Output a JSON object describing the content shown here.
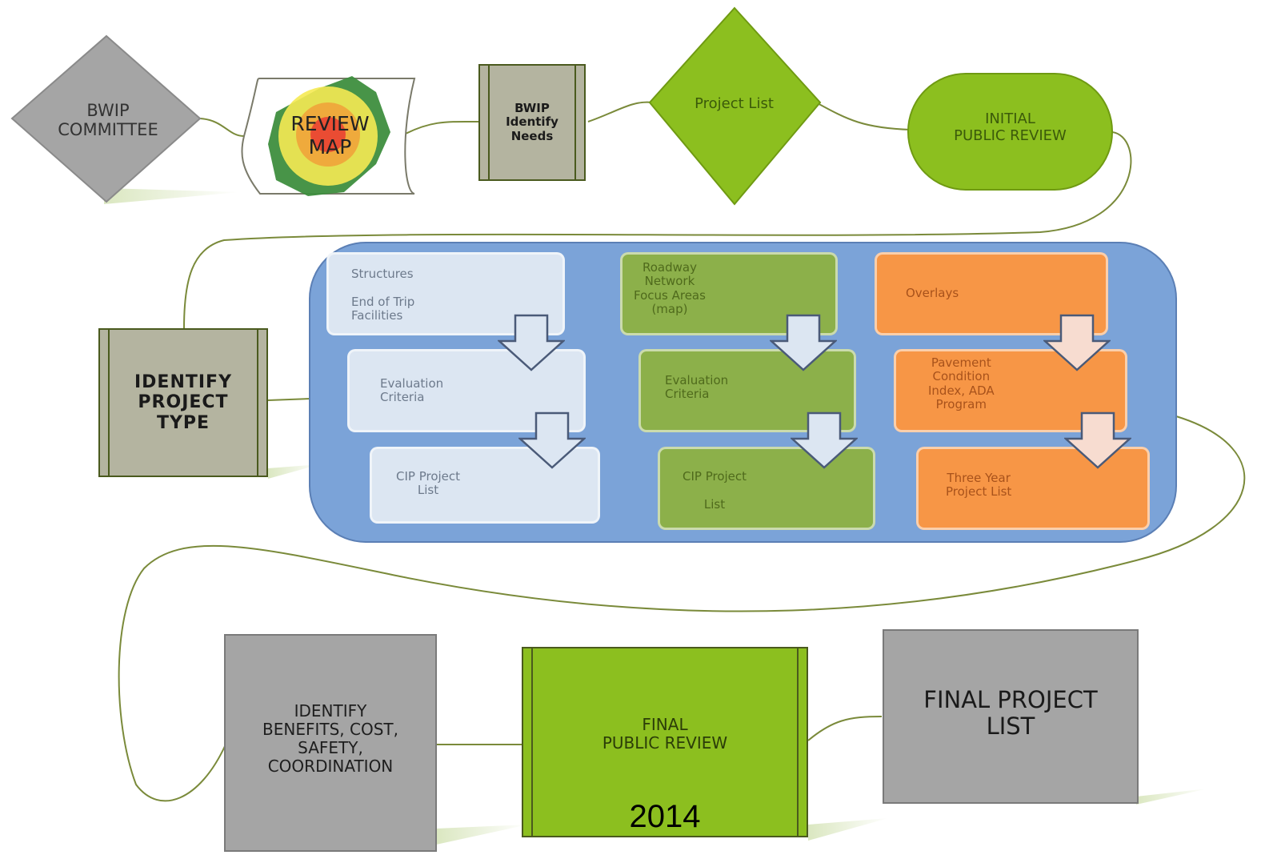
{
  "nodes": {
    "bwip_committee": "BWIP\nCOMMITTEE",
    "review_map": "REVIEW\nMAP",
    "bwip_identify_needs": "BWIP\nIdentify\nNeeds",
    "project_list": "Project List",
    "initial_public_review": "INITIAL\nPUBLIC REVIEW",
    "identify_project_type": "IDENTIFY\nPROJECT\nTYPE",
    "identify_benefits": "IDENTIFY\nBENEFITS, COST,\nSAFETY,\nCOORDINATION",
    "final_public_review": "FINAL\nPUBLIC REVIEW",
    "final_year": "2014",
    "final_project_list": "FINAL PROJECT\nLIST"
  },
  "panel": {
    "structures": {
      "top": "Structures\n\nEnd of Trip\nFacilities",
      "middle": "Evaluation\nCriteria",
      "bottom": "CIP Project\nList"
    },
    "roadway": {
      "top": "Roadway\nNetwork\nFocus Areas\n(map)",
      "middle": "Evaluation\nCriteria",
      "bottom": "CIP Project\n\nList"
    },
    "overlays": {
      "top": "Overlays",
      "middle": "Pavement\nCondition\nIndex, ADA\nProgram",
      "bottom": "Three Year\nProject List"
    }
  },
  "colors": {
    "gray": "#a5a5a5",
    "olive": "#b4b4a0",
    "green": "#8cbf1f",
    "panel_blue": "#7ba3d8",
    "card_blue": "#dce6f2",
    "card_green": "#8cb04a",
    "card_orange": "#f79646"
  }
}
